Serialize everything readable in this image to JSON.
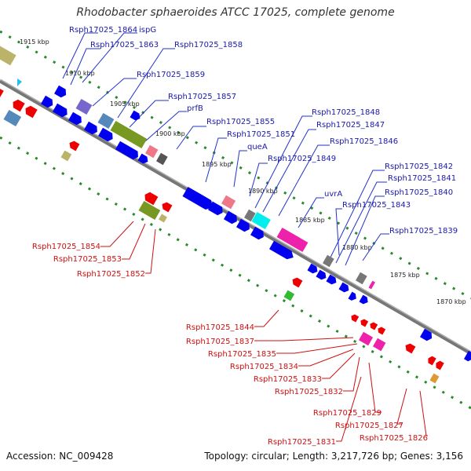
{
  "title": "Rhodobacter sphaeroides ATCC 17025, complete genome",
  "footer": {
    "accession": "Accession: NC_009428",
    "summary": "Topology: circular; Length: 3,217,726 bp; Genes: 3,156"
  },
  "colors": {
    "backbone": "#888888",
    "plus_label": "#1a1aaa",
    "minus_label": "#cc1111",
    "tick": "#2a8a2a"
  },
  "kbp_labels": [
    "1915 kbp",
    "1910 kbp",
    "1905 kbp",
    "1900 kbp",
    "1895 kbp",
    "1890 kbp",
    "1885 kbp",
    "1880 kbp",
    "1875 kbp",
    "1870 kbp"
  ],
  "plus_labels": [
    "Rsph17025_1864",
    "ispG",
    "Rsph17025_1863",
    "Rsph17025_1858",
    "Rsph17025_1859",
    "Rsph17025_1857",
    "prfB",
    "Rsph17025_1855",
    "Rsph17025_1851",
    "queA",
    "Rsph17025_1848",
    "Rsph17025_1847",
    "Rsph17025_1846",
    "Rsph17025_1849",
    "uvrA",
    "Rsph17025_1842",
    "Rsph17025_1841",
    "Rsph17025_1840",
    "Rsph17025_1843",
    "Rsph17025_1839"
  ],
  "minus_labels": [
    "Rsph17025_1854",
    "Rsph17025_1853",
    "Rsph17025_1852",
    "Rsph17025_1844",
    "Rsph17025_1837",
    "Rsph17025_1835",
    "Rsph17025_1834",
    "Rsph17025_1833",
    "Rsph17025_1832",
    "Rsph17025_1829",
    "Rsph17025_1827",
    "Rsph17025_1826",
    "Rsph17025_1831"
  ]
}
